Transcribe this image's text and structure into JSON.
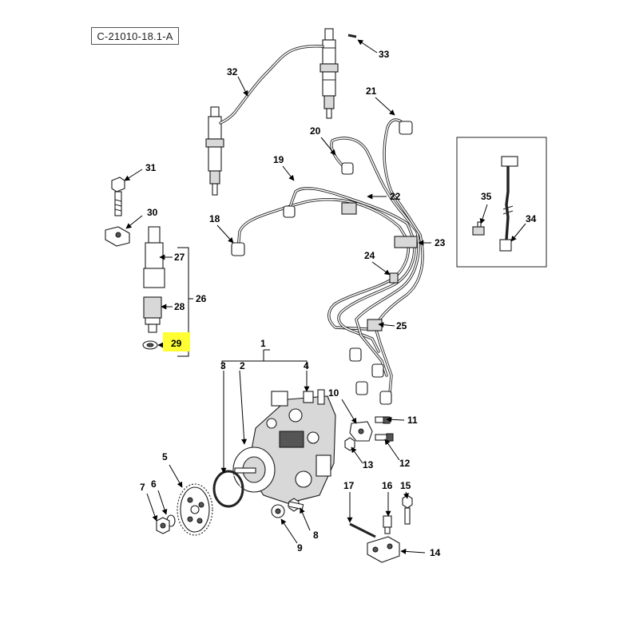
{
  "reference_code": "C-21010-18.1-A",
  "highlight_color": "#ffff33",
  "callouts": {
    "c1": "1",
    "c2": "2",
    "c3": "3",
    "c4": "4",
    "c5": "5",
    "c6": "6",
    "c7": "7",
    "c8": "8",
    "c9": "9",
    "c10": "10",
    "c11": "11",
    "c12": "12",
    "c13": "13",
    "c14": "14",
    "c15": "15",
    "c16": "16",
    "c17": "17",
    "c18": "18",
    "c19": "19",
    "c20": "20",
    "c21": "21",
    "c22": "22",
    "c23": "23",
    "c24": "24",
    "c25": "25",
    "c26": "26",
    "c27": "27",
    "c28": "28",
    "c29": "29",
    "c30": "30",
    "c31": "31",
    "c32": "32",
    "c33": "33",
    "c34": "34",
    "c35": "35"
  },
  "highlighted_callout": "29"
}
